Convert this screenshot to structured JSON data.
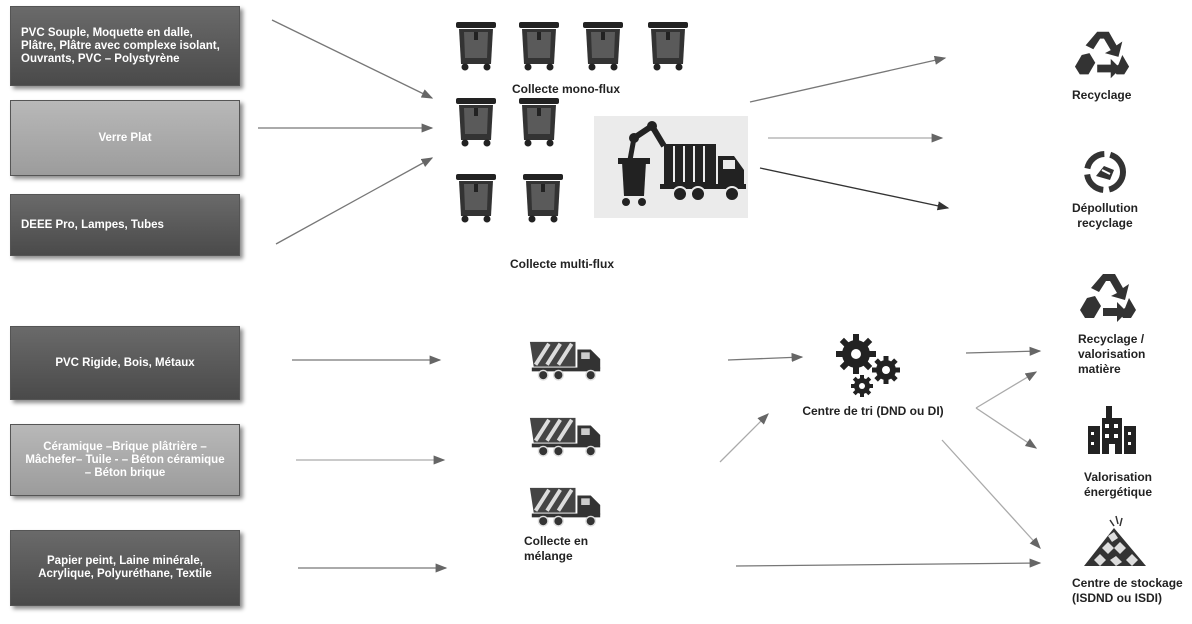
{
  "sources": [
    {
      "text": "PVC Souple, Moquette en dalle, Plâtre, Plâtre avec complexe isolant, Ouvrants, PVC – Polystyrène"
    },
    {
      "text": "Verre Plat"
    },
    {
      "text": "DEEE Pro, Lampes, Tubes"
    },
    {
      "text": "PVC Rigide, Bois, Métaux"
    },
    {
      "text": "Céramique –Brique plâtrière – Mâchefer– Tuile - – Béton céramique – Béton brique"
    },
    {
      "text": "Papier peint, Laine minérale, Acrylique, Polyuréthane, Textile"
    }
  ],
  "collection": {
    "mono_flux": "Collecte mono-flux",
    "multi_flux": "Collecte multi-flux",
    "melange": "Collecte en mélange"
  },
  "sorting_center": "Centre de tri (DND ou DI)",
  "outcomes": [
    {
      "text": "Recyclage",
      "icon": "recycle-icon"
    },
    {
      "text": "Dépollution recyclage",
      "icon": "depollution-recycle-icon"
    },
    {
      "text": "Recyclage / valorisation matière",
      "icon": "recycle-icon"
    },
    {
      "text": "Valorisation énergétique",
      "icon": "factory-icon"
    },
    {
      "text": "Centre de stockage (ISDND ou ISDI)",
      "icon": "landfill-icon"
    }
  ],
  "icons": {
    "bin": "waste-bin-icon",
    "garbage_truck": "garbage-truck-icon",
    "dump_truck": "dump-truck-icon",
    "gears": "gears-icon"
  }
}
